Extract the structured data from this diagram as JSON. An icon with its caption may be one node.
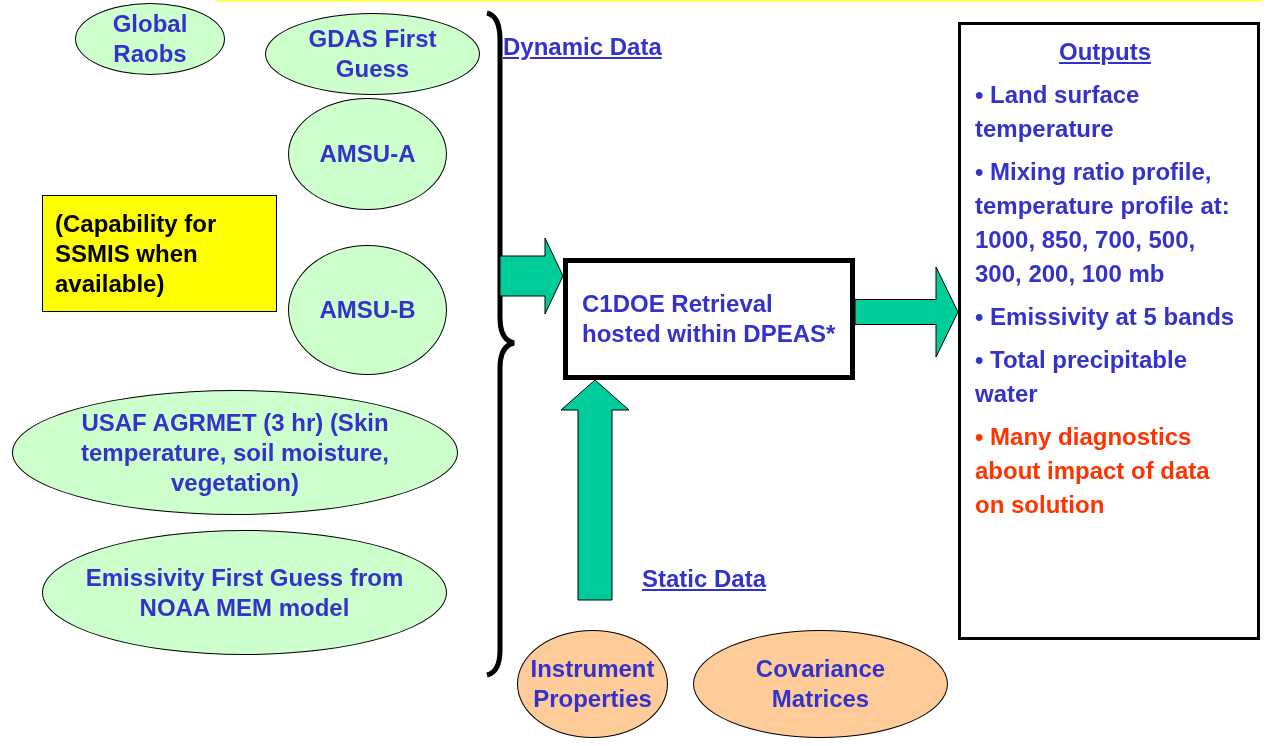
{
  "diagram": {
    "nodes": [
      {
        "text": [
          "Global Raobs"
        ]
      },
      {
        "text": [
          "GDAS First Guess"
        ]
      },
      {
        "text": [
          "AMSU-A"
        ]
      },
      {
        "text": [
          "(Capability for SSMIS when available)"
        ]
      },
      {
        "text": [
          "AMSU-B"
        ]
      },
      {
        "text": [
          "USAF AGRMET (3 hr) (Skin temperature, soil moisture, vegetation)"
        ]
      },
      {
        "text": [
          "Emissivity First Guess from NOAA MEM model"
        ]
      },
      {
        "text": [
          "C1DOE Retrieval hosted within DPEAS*"
        ]
      },
      {
        "text": [
          "Outputs",
          "• Land surface temperature",
          "• Mixing ratio profile, temperature profile at: 1000, 850, 700, 500, 300, 200, 100 mb",
          "• Emissivity at 5 bands",
          "• Total precipitable water",
          "• Many diagnostics about impact of data on solution"
        ]
      },
      {
        "text": [
          "Instrument Properties"
        ]
      },
      {
        "text": [
          "Covariance Matrices"
        ]
      }
    ],
    "edges": [
      {
        "from": null,
        "to": 7,
        "arrow": "to"
      },
      {
        "from": 7,
        "to": 8,
        "arrow": "to"
      },
      {
        "from": null,
        "to": 7,
        "arrow": "to"
      }
    ],
    "labels": [
      "Dynamic Data",
      "Static Data"
    ]
  }
}
